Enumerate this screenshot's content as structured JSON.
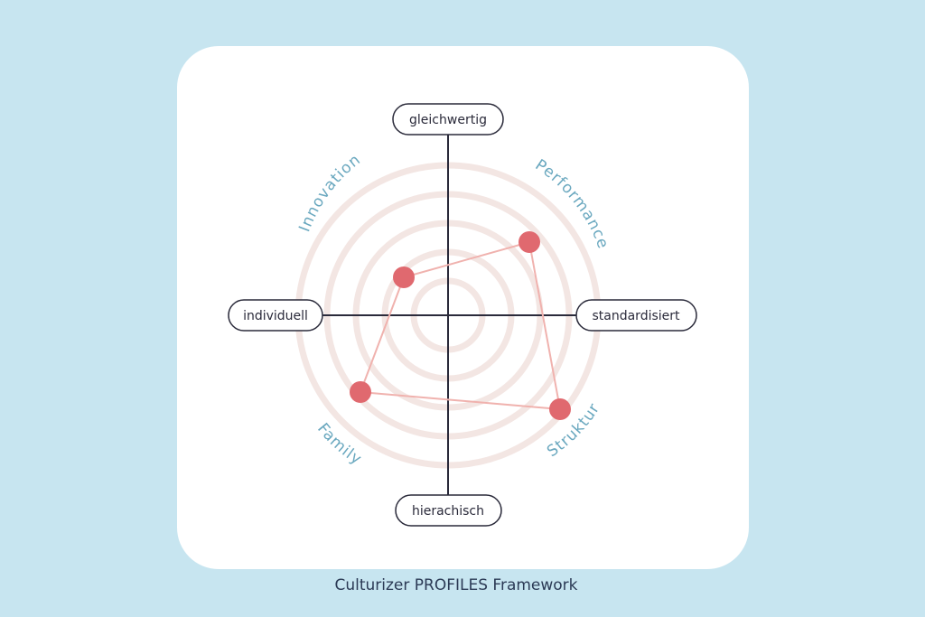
{
  "axes": {
    "top": "gleichwertig",
    "bottom": "hierachisch",
    "left": "individuell",
    "right": "standardisiert"
  },
  "quadrants": {
    "top_left": "Innovation",
    "top_right": "Performance",
    "bottom_left": "Family",
    "bottom_right": "Struktur"
  },
  "profile_points": [
    {
      "quadrant": "Innovation"
    },
    {
      "quadrant": "Performance"
    },
    {
      "quadrant": "Struktur"
    },
    {
      "quadrant": "Family"
    }
  ],
  "colors": {
    "background": "#c7e5f0",
    "card": "#ffffff",
    "axis": "#2a2a3a",
    "quadrant_label": "#6aa8bf",
    "point": "#e0696f",
    "polygon_line": "#f0b2ae",
    "ring": "#f3e6e3"
  },
  "caption": "Culturizer PROFILES Framework"
}
